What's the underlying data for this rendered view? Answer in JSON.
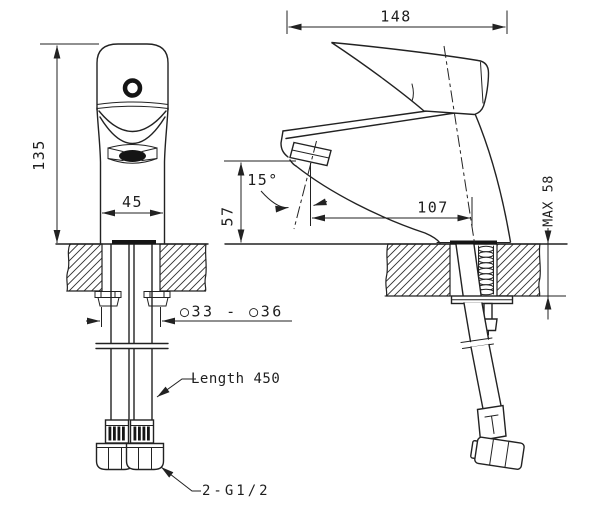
{
  "drawing": {
    "type": "technical installation drawing",
    "subject": "single-lever basin mixer faucet, front and side views",
    "background": "#ffffff",
    "line_color": "#222222",
    "front_view": {
      "dim_height": "135",
      "dim_body_width": "45",
      "dim_hole_diameter": "○33 - ○36",
      "label_hose_length": "Length 450",
      "label_thread": "2-G1/2"
    },
    "side_view": {
      "dim_overall_length": "148",
      "dim_spout_height": "57",
      "dim_spout_reach": "107",
      "dim_spout_angle": "15°",
      "dim_max_deck_thickness": "MAX 58"
    }
  }
}
